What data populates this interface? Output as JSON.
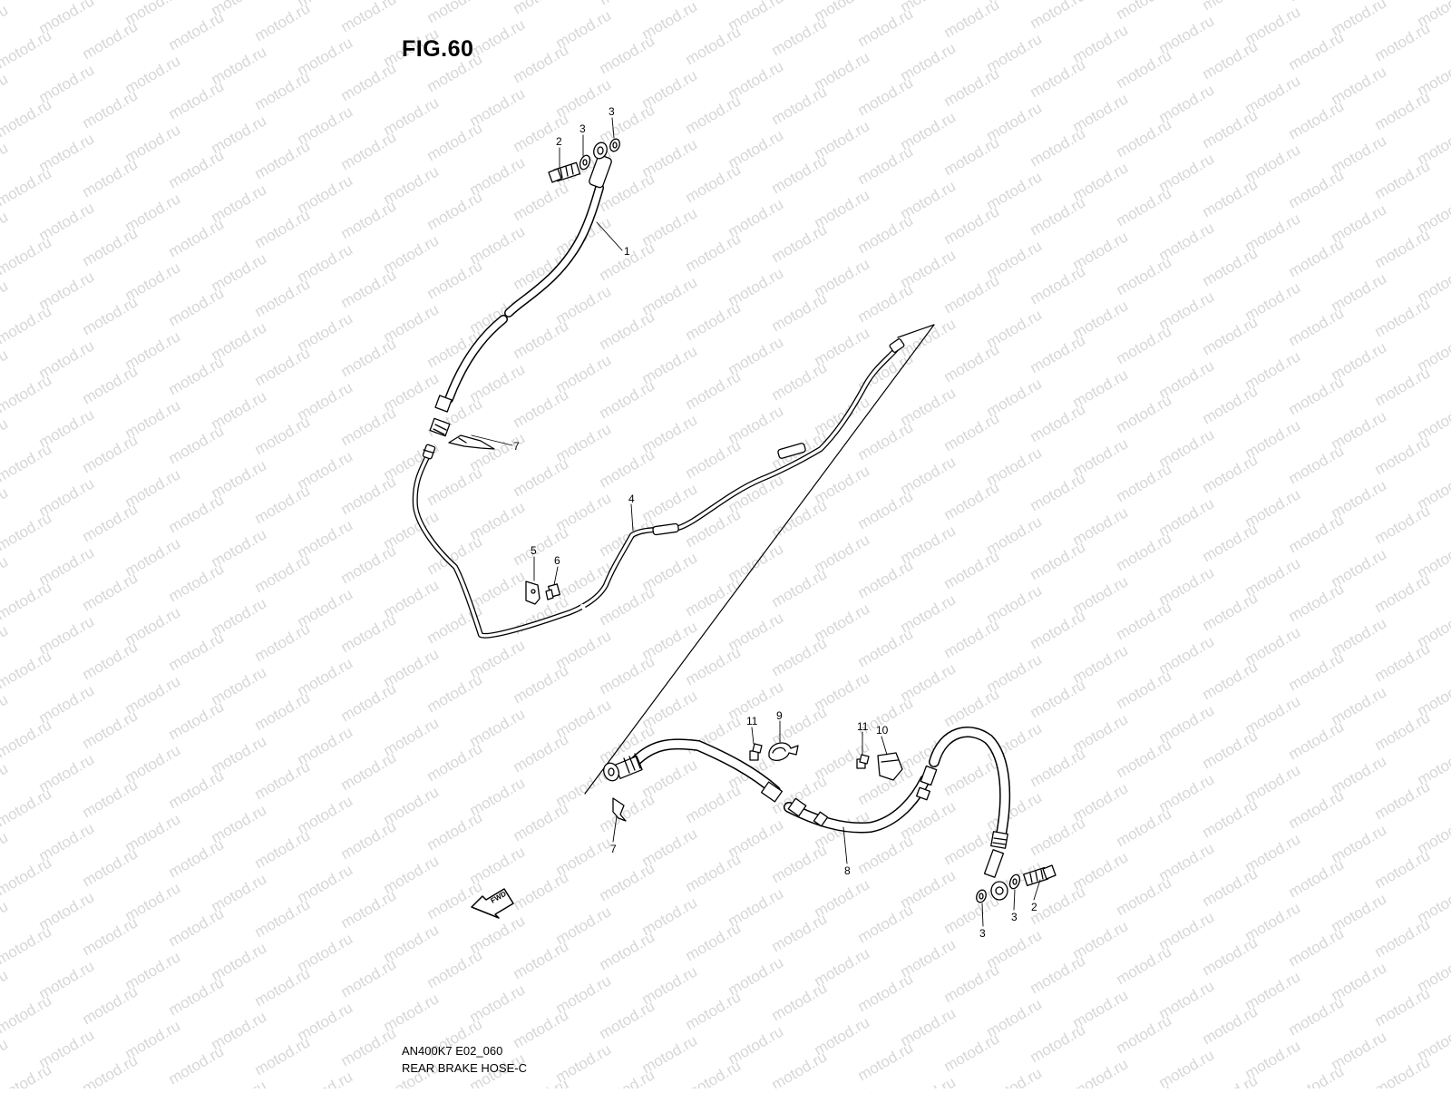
{
  "figure": {
    "title": "FIG.60",
    "code": "AN400K7 E02_060",
    "name": "REAR BRAKE HOSE-C"
  },
  "watermark": {
    "text": "motod.ru",
    "color": "#d7d7d7"
  },
  "direction_marker": {
    "text": "FWD"
  },
  "parts": [
    {
      "id": "callout-1",
      "ref": "1"
    },
    {
      "id": "callout-2-top",
      "ref": "2"
    },
    {
      "id": "callout-3-top-a",
      "ref": "3"
    },
    {
      "id": "callout-3-top-b",
      "ref": "3"
    },
    {
      "id": "callout-4",
      "ref": "4"
    },
    {
      "id": "callout-5",
      "ref": "5"
    },
    {
      "id": "callout-6",
      "ref": "6"
    },
    {
      "id": "callout-7-top",
      "ref": "7"
    },
    {
      "id": "callout-7-bottom",
      "ref": "7"
    },
    {
      "id": "callout-8",
      "ref": "8"
    },
    {
      "id": "callout-9",
      "ref": "9"
    },
    {
      "id": "callout-10",
      "ref": "10"
    },
    {
      "id": "callout-11-a",
      "ref": "11"
    },
    {
      "id": "callout-11-b",
      "ref": "11"
    },
    {
      "id": "callout-2-bottom",
      "ref": "2"
    },
    {
      "id": "callout-3-bottom-a",
      "ref": "3"
    },
    {
      "id": "callout-3-bottom-b",
      "ref": "3"
    }
  ]
}
